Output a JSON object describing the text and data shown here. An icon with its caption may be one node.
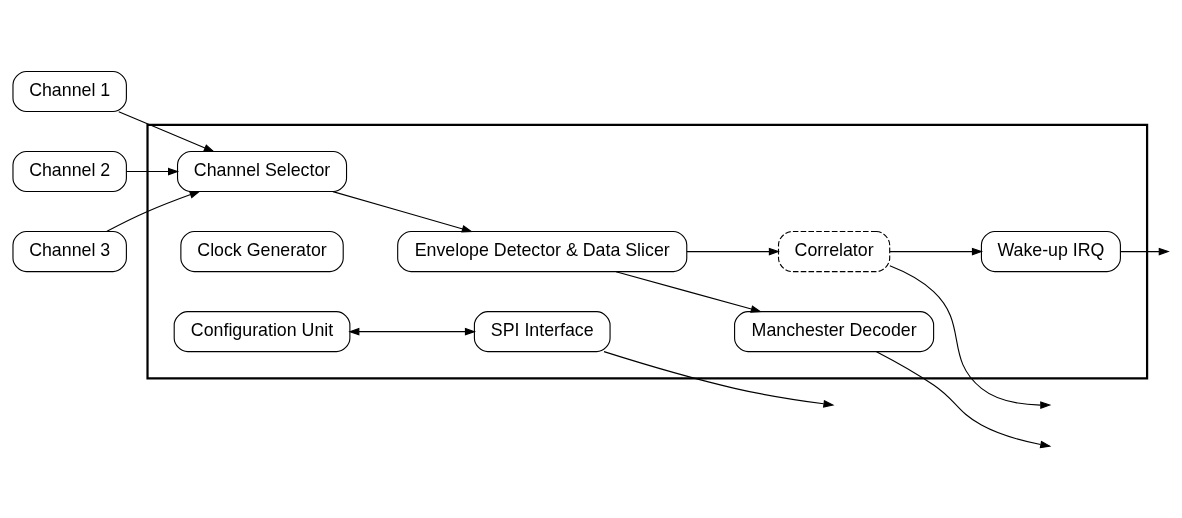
{
  "diagram": {
    "nodes": [
      {
        "text": [],
        "shape": "box"
      },
      {
        "text": [
          "Channel 1"
        ]
      },
      {
        "text": [
          "Channel 2"
        ]
      },
      {
        "text": [
          "Channel 3"
        ]
      },
      {
        "text": [
          "Channel Selector"
        ],
        "in": 0
      },
      {
        "text": [
          "Envelope Detector & Data Slicer"
        ],
        "in": 0
      },
      {
        "text": [
          "Wake-up IRQ"
        ],
        "in": 0
      },
      {
        "text": [
          "Correlator"
        ],
        "in": 0
      },
      {
        "text": [
          "Manchester Decoder"
        ],
        "in": 0
      },
      {
        "text": [
          "Clock Generator"
        ],
        "in": 0
      },
      {
        "text": [
          "Configuration Unit"
        ],
        "in": 0
      },
      {
        "text": [
          "SPI Interface"
        ],
        "in": 0
      }
    ],
    "edges": [
      {
        "from": 1,
        "to": 4,
        "arrow": "to"
      },
      {
        "from": 2,
        "to": 4,
        "arrow": "to"
      },
      {
        "from": 3,
        "to": 4,
        "arrow": "to"
      },
      {
        "from": 4,
        "to": 5,
        "arrow": "to"
      },
      {
        "from": 5,
        "to": 7,
        "arrow": "to"
      },
      {
        "from": 7,
        "to": 6,
        "arrow": "to"
      },
      {
        "from": 5,
        "to": 8,
        "arrow": "to"
      },
      {
        "from": 10,
        "to": 11,
        "arrow": "both"
      },
      {
        "from": 6,
        "to": null,
        "arrow": "to"
      },
      {
        "from": 7,
        "to": null,
        "arrow": "to"
      },
      {
        "from": 8,
        "to": null,
        "arrow": "to"
      },
      {
        "from": 11,
        "to": null,
        "arrow": "to"
      }
    ]
  }
}
